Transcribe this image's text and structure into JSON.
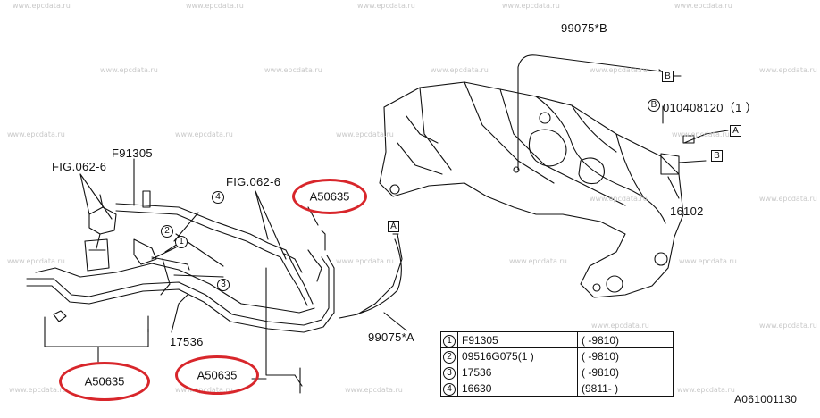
{
  "watermark": "www.epcdata.ru",
  "labels": {
    "pipe_b": "99075*B",
    "box_b_top": "B",
    "bolt_ref_circle": "B",
    "bolt_ref": "010408120（1 ）",
    "box_a_right": "A",
    "box_b_right": "B",
    "part_16102": "16102",
    "fig_left": "FIG.062-6",
    "part_f91305": "F91305",
    "fig_mid": "FIG.062-6",
    "box_a_mid": "A",
    "pipe_a": "99075*A",
    "part_17536": "17536",
    "circ_1": "1",
    "circ_2": "2",
    "circ_3": "3",
    "circ_4": "4",
    "diagram_id": "A061001130"
  },
  "callouts": [
    "A50635",
    "A50635",
    "A50635"
  ],
  "parts_table": [
    {
      "num": "1",
      "part": "F91305",
      "range": "(      -9810)"
    },
    {
      "num": "2",
      "part": "09516G075(1 )",
      "range": "(      -9810)"
    },
    {
      "num": "3",
      "part": "17536",
      "range": "(      -9810)"
    },
    {
      "num": "4",
      "part": "16630",
      "range": "(9811-      )"
    }
  ]
}
